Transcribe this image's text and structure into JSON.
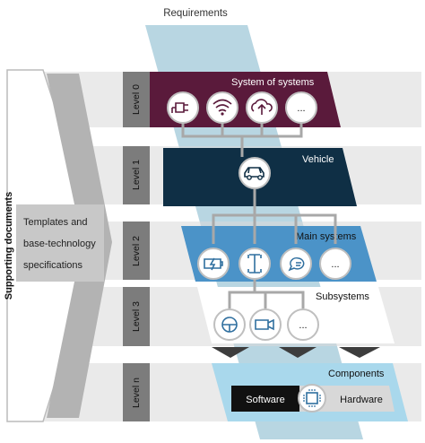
{
  "requirements_label": "Requirements",
  "supporting_label": "Supporting documents",
  "templates_lines": [
    "Templates and",
    "base-technology",
    "specifications"
  ],
  "levels": [
    {
      "tag": "Level 0",
      "title": "System of systems",
      "icons": [
        "plug-icon",
        "wifi-icon",
        "cloud-upload-icon",
        "more-icon"
      ],
      "more_label": "..."
    },
    {
      "tag": "Level 1",
      "title": "Vehicle",
      "icons": [
        "car-icon"
      ]
    },
    {
      "tag": "Level 2",
      "title": "Main systems",
      "icons": [
        "battery-bolt-icon",
        "chassis-icon",
        "chat-bubble-icon",
        "more-icon"
      ],
      "more_label": "..."
    },
    {
      "tag": "Level 3",
      "title": "Subsystems",
      "icons": [
        "steering-wheel-icon",
        "camera-icon",
        "more-icon"
      ],
      "more_label": "..."
    },
    {
      "tag": "Level n",
      "title": "Components"
    }
  ],
  "components": {
    "software": "Software",
    "hardware": "Hardware"
  },
  "colors": {
    "level0_band": "#5a1a3b",
    "level1_band": "#0f2f45",
    "level2_band": "#4b93c8",
    "level3_band": "#ffffff",
    "levelN_band": "#a9d8ec",
    "requirements": "#b8d6e2",
    "gray_band": "#d7d7d7",
    "level_tag": "#7c7c7c",
    "chevron": "#b3b3b3",
    "arrow_dark": "#3d3d3d",
    "connector": "#a8a8a8"
  }
}
